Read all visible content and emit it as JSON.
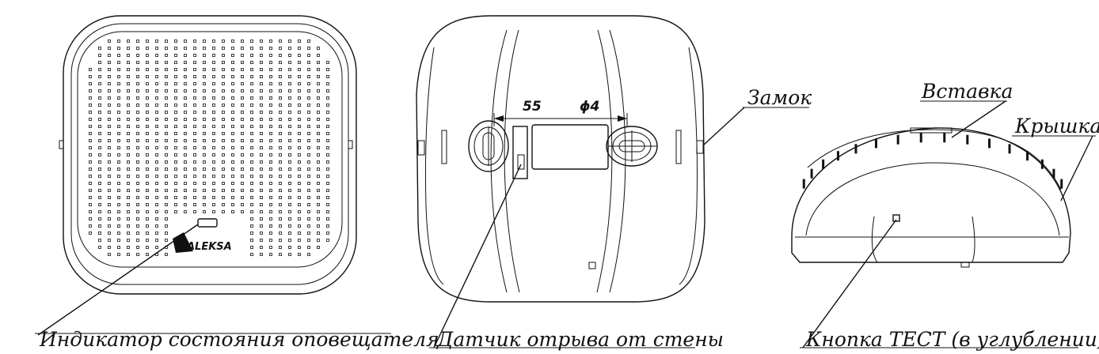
{
  "labels": {
    "indicator": "Индикатор состояния оповещателя",
    "tamper_sensor": "Датчик отрыва от стены",
    "test_button": "Кнопка ТЕСТ (в углублении)",
    "lock": "Замок",
    "insert": "Вставка",
    "cover": "Крышка"
  },
  "dimensions": {
    "spacing": "55",
    "hole": "ϕ4"
  },
  "logo": {
    "text": "ALEKSA"
  },
  "colors": {
    "ink": "#111111",
    "background": "#ffffff"
  }
}
